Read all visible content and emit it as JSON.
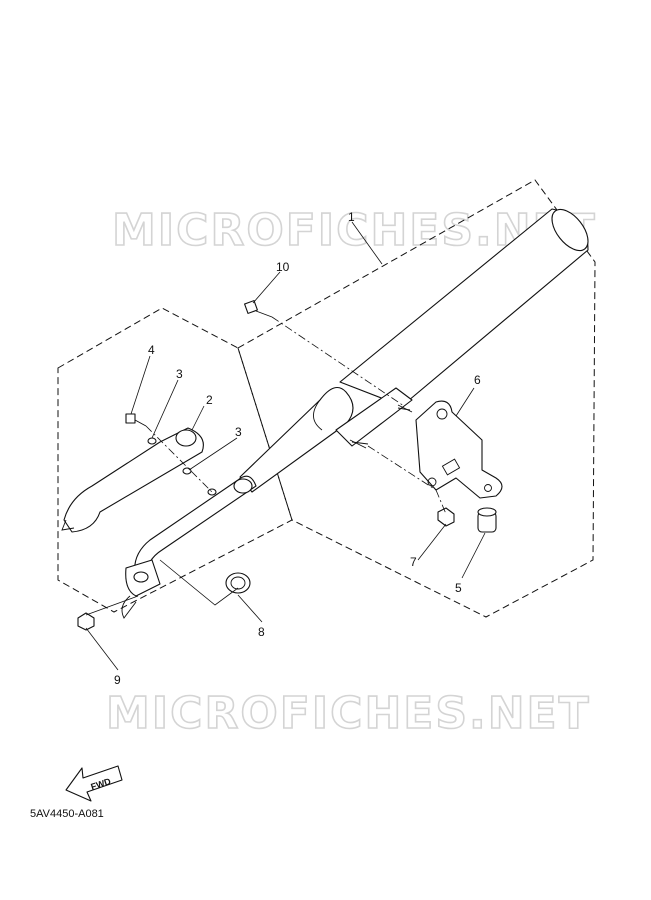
{
  "watermarks": [
    "MICROFICHES.NET",
    "MICROFICHES.NET"
  ],
  "callouts": [
    "1",
    "2",
    "3",
    "3",
    "4",
    "5",
    "6",
    "7",
    "8",
    "9",
    "10"
  ],
  "fwd_label": "FWD",
  "diagram_code": "5AV4450-A081"
}
